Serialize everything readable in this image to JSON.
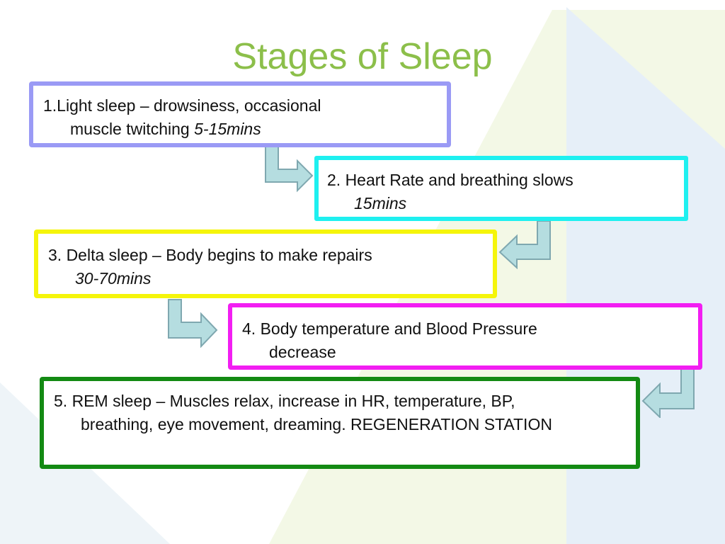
{
  "title": "Stages of Sleep",
  "stages": [
    {
      "line1": "1.Light sleep – drowsiness, occasional",
      "line2": "muscle twitching ",
      "duration": "5-15mins",
      "color": "#9a9af5"
    },
    {
      "line1": "2. Heart Rate and breathing slows",
      "line2": "",
      "duration": "15mins",
      "color": "#1ef0f0"
    },
    {
      "line1": "3. Delta sleep – Body begins to make repairs",
      "line2": "",
      "duration": "30-70mins",
      "color": "#f5f50a"
    },
    {
      "line1": "4. Body temperature and Blood Pressure",
      "line2": "decrease",
      "duration": "",
      "color": "#f21ef2"
    },
    {
      "line1": "5. REM sleep – Muscles relax, increase in HR, temperature, BP,",
      "line2": "breathing, eye movement, dreaming. REGENERATION STATION",
      "duration": "",
      "color": "#138a13"
    }
  ],
  "colors": {
    "title": "#8cbf4a",
    "arrow_fill": "#b5dde0",
    "arrow_stroke": "#7fa8b0"
  },
  "icons": {
    "connector": "bent-arrow-icon"
  }
}
